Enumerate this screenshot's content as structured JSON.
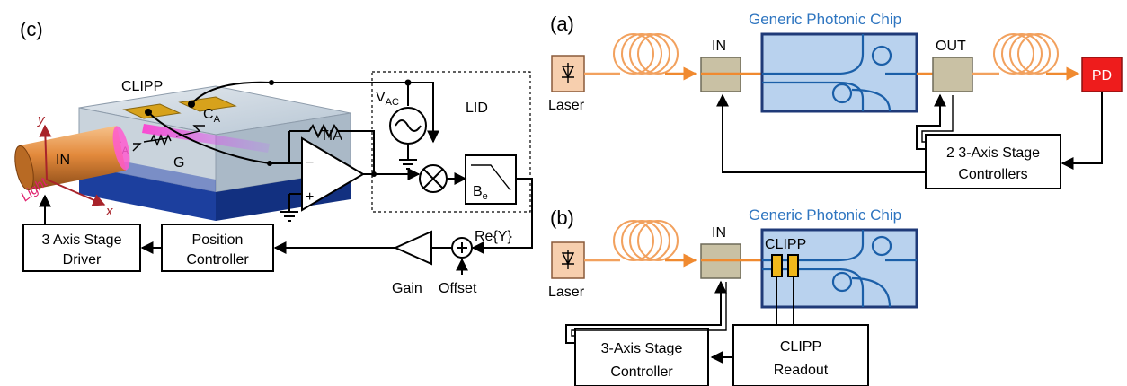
{
  "panels": {
    "c": "(c)",
    "a": "(a)",
    "b": "(b)"
  },
  "panel_c": {
    "clipp": "CLIPP",
    "ca_left": "C",
    "ca_right": "C",
    "ca_sub": "A",
    "g": "G",
    "in": "IN",
    "light": "Light",
    "axis_y": "y",
    "axis_x": "x",
    "tia": "TIA",
    "minus": "−",
    "plus": "+",
    "vac": "V",
    "vac_sub": "AC",
    "lid": "LID",
    "be": "B",
    "be_sub": "e",
    "rey": "Re{Y}",
    "gain": "Gain",
    "offset": "Offset",
    "stage_driver_line1": "3 Axis Stage",
    "stage_driver_line2": "Driver",
    "position_line1": "Position",
    "position_line2": "Controller"
  },
  "panel_a": {
    "chip_title": "Generic Photonic Chip",
    "laser": "Laser",
    "in": "IN",
    "out": "OUT",
    "pd": "PD",
    "controllers_line1": "2 3-Axis Stage",
    "controllers_line2": "Controllers"
  },
  "panel_b": {
    "chip_title": "Generic Photonic Chip",
    "laser": "Laser",
    "in": "IN",
    "clipp": "CLIPP",
    "stage_line1": "3-Axis Stage",
    "stage_line2": "Controller",
    "readout_line1": "CLIPP",
    "readout_line2": "Readout"
  },
  "colors": {
    "chip_fill": "#b9d2ee",
    "chip_border": "#1f3a78",
    "chip_title": "#2e75c0",
    "fiber": "#f2a15e",
    "coupler": "#c9c1a4",
    "pd": "#ee1c1c",
    "laser": "#f7cfae",
    "electrode": "#f0b81c",
    "light_label": "#e0206e",
    "axis": "#a8232a"
  }
}
